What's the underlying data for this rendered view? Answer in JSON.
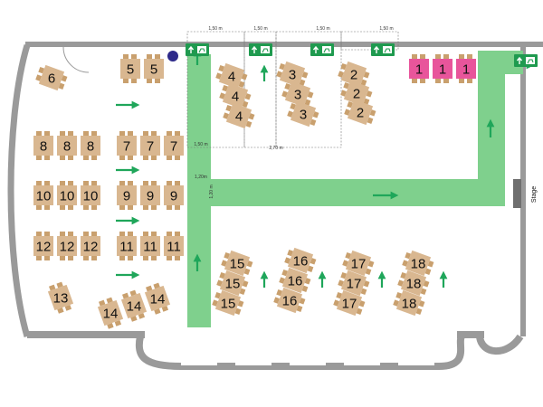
{
  "colors": {
    "wall": "#9a9a9a",
    "wall_dark": "#6f6f6f",
    "table": "#d9b790",
    "table_edge": "#b48a5c",
    "chair": "#c9a06e",
    "aisle": "#7fd08d",
    "arrow": "#1fa65a",
    "exit_sign": "#1f9a4f",
    "vip": "#e8559b",
    "dot": "#2e2a8a"
  },
  "icons": {
    "exit": "exit-sign-icon",
    "arrow": "direction-arrow-icon",
    "marker": "position-dot-icon"
  },
  "dimensions": [
    {
      "label": "1,50 m"
    },
    {
      "label": "1,50 m"
    },
    {
      "label": "1,50 m"
    },
    {
      "label": "1,50 m"
    },
    {
      "label": "1,50 m"
    },
    {
      "label": "2,70 m"
    },
    {
      "label": "1,20m"
    },
    {
      "label": "1,20 m"
    }
  ],
  "stage": {
    "label": "Stage"
  },
  "tables": [
    {
      "label": "1",
      "highlight": true
    },
    {
      "label": "1",
      "highlight": true
    },
    {
      "label": "1",
      "highlight": true
    },
    {
      "label": "2"
    },
    {
      "label": "2"
    },
    {
      "label": "2"
    },
    {
      "label": "3"
    },
    {
      "label": "3"
    },
    {
      "label": "3"
    },
    {
      "label": "4"
    },
    {
      "label": "4"
    },
    {
      "label": "4"
    },
    {
      "label": "5"
    },
    {
      "label": "5"
    },
    {
      "label": "6"
    },
    {
      "label": "7"
    },
    {
      "label": "7"
    },
    {
      "label": "7"
    },
    {
      "label": "8"
    },
    {
      "label": "8"
    },
    {
      "label": "8"
    },
    {
      "label": "9"
    },
    {
      "label": "9"
    },
    {
      "label": "9"
    },
    {
      "label": "10"
    },
    {
      "label": "10"
    },
    {
      "label": "10"
    },
    {
      "label": "11"
    },
    {
      "label": "11"
    },
    {
      "label": "11"
    },
    {
      "label": "12"
    },
    {
      "label": "12"
    },
    {
      "label": "12"
    },
    {
      "label": "13"
    },
    {
      "label": "14"
    },
    {
      "label": "14"
    },
    {
      "label": "14"
    },
    {
      "label": "15"
    },
    {
      "label": "15"
    },
    {
      "label": "15"
    },
    {
      "label": "16"
    },
    {
      "label": "16"
    },
    {
      "label": "16"
    },
    {
      "label": "17"
    },
    {
      "label": "17"
    },
    {
      "label": "17"
    },
    {
      "label": "18"
    },
    {
      "label": "18"
    },
    {
      "label": "18"
    }
  ]
}
